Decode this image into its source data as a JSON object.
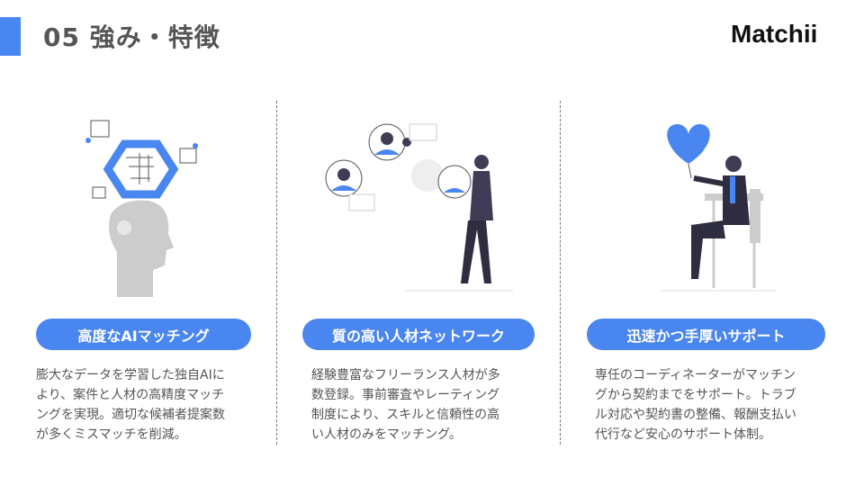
{
  "header": {
    "title": "05 強み・特徴",
    "logo": "Matchii"
  },
  "colors": {
    "accent": "#4a86f0"
  },
  "features": [
    {
      "label": "高度なAIマッチング",
      "lines": [
        "膨大なデータを学習した独自AIに",
        "より、案件と人材の高精度マッチ",
        "ングを実現。適切な候補者提案数",
        "が多くミスマッチを削減。"
      ]
    },
    {
      "label": "質の高い人材ネットワーク",
      "lines": [
        "経験豊富なフリーランス人材が多",
        "数登録。事前審査やレーティング",
        "制度により、スキルと信頼性の高",
        "い人材のみをマッチング。"
      ]
    },
    {
      "label": "迅速かつ手厚いサポート",
      "lines": [
        "専任のコーディネーターがマッチン",
        "グから契約までをサポート。トラブ",
        "ル対応や契約書の整備、報酬支払い",
        "代行など安心のサポート体制。"
      ]
    }
  ]
}
